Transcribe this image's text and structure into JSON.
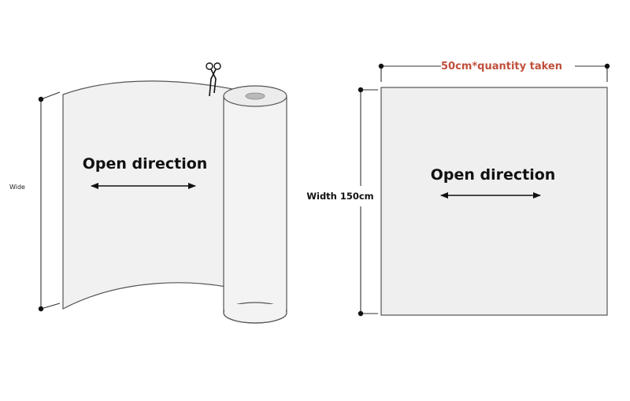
{
  "left_panel": {
    "open_direction_label": "Open direction",
    "height_label": "Wide"
  },
  "right_panel": {
    "open_direction_label": "Open direction",
    "width_label": "Width 150cm",
    "length_label": "50cm*quantity taken"
  },
  "icons": {
    "cut_marker": "scissors-icon"
  },
  "colors": {
    "fabric_fill": "#f1f1f1",
    "outline": "#555555",
    "dimension_line": "#333333",
    "length_label": "#c0503c"
  }
}
